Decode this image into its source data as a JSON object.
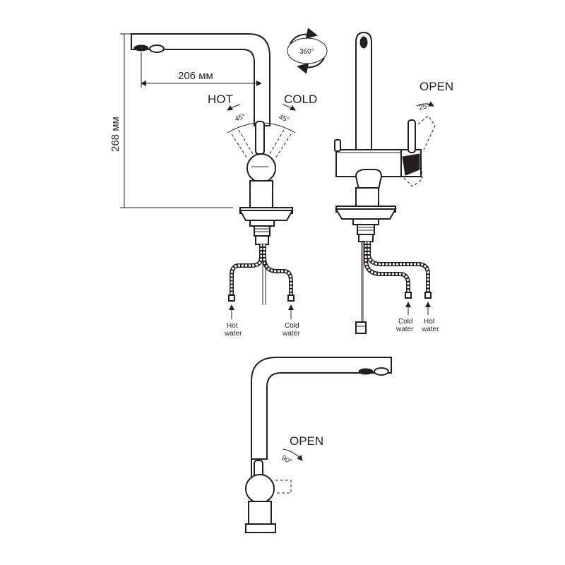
{
  "dimensions": {
    "spout_reach": "206 мм",
    "height": "268 мм"
  },
  "front_view": {
    "hot_label": "HOT",
    "cold_label": "COLD",
    "hot_angle": "45°",
    "cold_angle": "45°",
    "inlet_left_1": "Hot",
    "inlet_left_2": "water",
    "inlet_right_1": "Cold",
    "inlet_right_2": "water"
  },
  "rotation": {
    "label": "360°"
  },
  "side_view": {
    "open_label": "OPEN",
    "angle": "25°",
    "inlet_left_1": "Cold",
    "inlet_left_2": "water",
    "inlet_right_1": "Hot",
    "inlet_right_2": "water"
  },
  "bottom_view": {
    "open_label": "OPEN",
    "angle": "90°"
  }
}
